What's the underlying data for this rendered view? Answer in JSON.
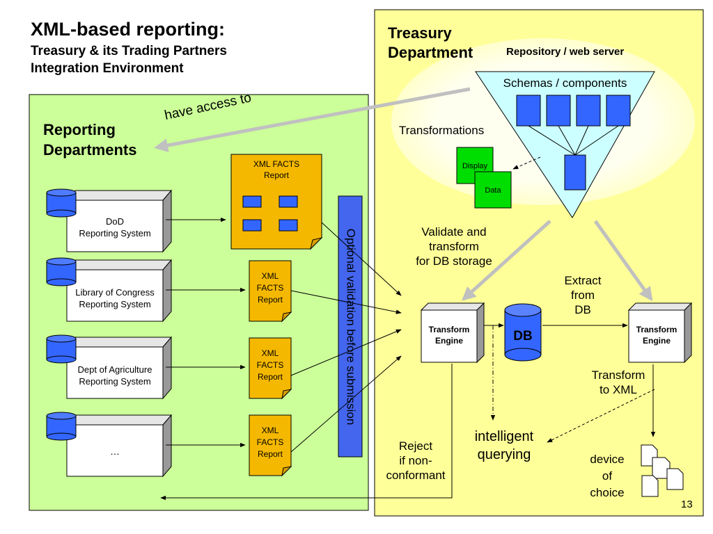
{
  "title": {
    "main": "XML-based reporting:",
    "sub1": "Treasury & its Trading Partners",
    "sub2": "Integration Environment"
  },
  "reporting": {
    "heading": "Reporting\nDepartments",
    "systems": [
      {
        "label": "DoD\nReporting System"
      },
      {
        "label": "Library of Congress\nReporting System"
      },
      {
        "label": "Dept of Agriculture\nReporting System"
      },
      {
        "label": "…"
      }
    ],
    "main_report_label": "XML FACTS\nReport",
    "report_label": "XML\nFACTS\nReport",
    "validation_bar": "Optional validation before submission"
  },
  "arrow_access": "have access to",
  "treasury": {
    "heading": "Treasury\nDepartment",
    "repository": "Repository / web server",
    "schemas": "Schemas / components",
    "transformations": "Transformations",
    "display": "Display",
    "data": "Data",
    "validate": "Validate and\ntransform\nfor DB storage",
    "extract": "Extract\nfrom\nDB",
    "engine": "Transform\nEngine",
    "db": "DB",
    "to_xml": "Transform\nto XML",
    "reject": "Reject\nif non-\nconformant",
    "querying": "intelligent\nquerying",
    "device": "device\nof\nchoice",
    "page_number": "13"
  },
  "colors": {
    "green_panel": "#ccff99",
    "yellow_panel": "#ffff99",
    "report_fill": "#f5b800",
    "blue": "#3366ff",
    "blue_bar": "#4466ee",
    "triangle": "#ccffff",
    "green_box": "#00dd00",
    "gray_arrow": "#c0c0c0"
  }
}
